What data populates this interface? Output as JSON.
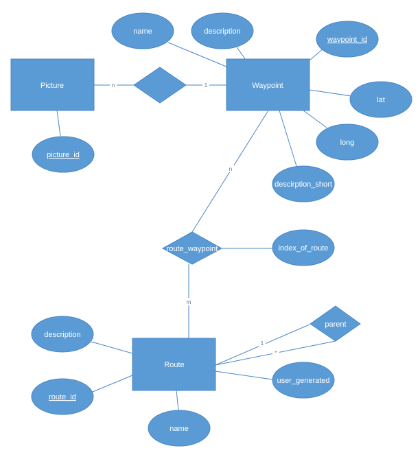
{
  "colors": {
    "shape_fill": "#5b9bd5",
    "shape_stroke": "#4a86c6",
    "text": "#ffffff",
    "connector": "#4a86c6"
  },
  "entities": {
    "picture": "Picture",
    "waypoint": "Waypoint",
    "route": "Route"
  },
  "relationships": {
    "picture_waypoint": "",
    "route_waypoint": "route_waypoint",
    "parent": "parent"
  },
  "attributes": {
    "waypoint_name": "name",
    "waypoint_description": "description",
    "waypoint_id": "waypoint_id",
    "waypoint_lat": "lat",
    "waypoint_long": "long",
    "waypoint_description_short": "descirption_short",
    "picture_id": "picture_id",
    "index_of_route": "index_of_route",
    "route_description": "description",
    "route_id": "route_id",
    "route_name": "name",
    "route_user_generated": "user_generated"
  },
  "cardinalities": {
    "picture_side": "n",
    "waypoint_side_picture": "1",
    "waypoint_side_route": "n",
    "route_side_waypoint": "m",
    "parent_one": "1",
    "parent_many": "*"
  }
}
